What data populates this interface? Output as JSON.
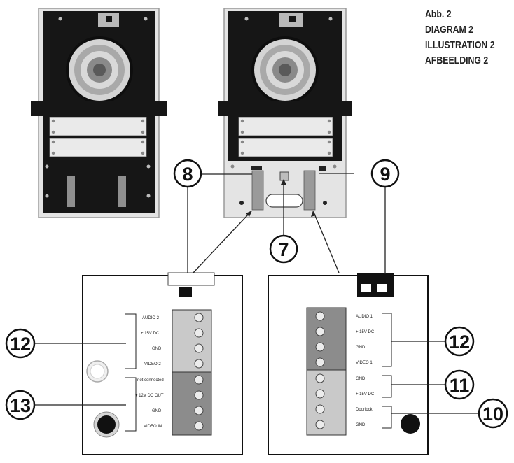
{
  "caption": {
    "line1": "Abb. 2",
    "line2": "DIAGRAM 2",
    "line3": "ILLUSTRATION 2",
    "line4": "AFBEELDING 2"
  },
  "callouts": {
    "c7": "7",
    "c8": "8",
    "c9": "9",
    "c10": "10",
    "c11": "11",
    "c12_left": "12",
    "c12_right": "12",
    "c13": "13"
  },
  "left_terminals": {
    "t1": "AUDIO 2",
    "t2": "+ 15V DC",
    "t3": "GND",
    "t4": "VIDEO 2",
    "t5": "not connected",
    "t6": "+ 12V DC OUT",
    "t7": "GND",
    "t8": "VIDEO IN"
  },
  "right_terminals": {
    "t1": "AUDIO 1",
    "t2": "+ 15V DC",
    "t3": "GND",
    "t4": "VIDEO 1",
    "t5": "GND",
    "t6": "+ 15V DC",
    "t7": "Doorlock",
    "t8": "GND"
  },
  "colors": {
    "panel_dark": "#161616",
    "panel_frame": "#e4e4e4",
    "terminal_dark": "#8c8c8c",
    "terminal_light": "#c9c9c9"
  }
}
